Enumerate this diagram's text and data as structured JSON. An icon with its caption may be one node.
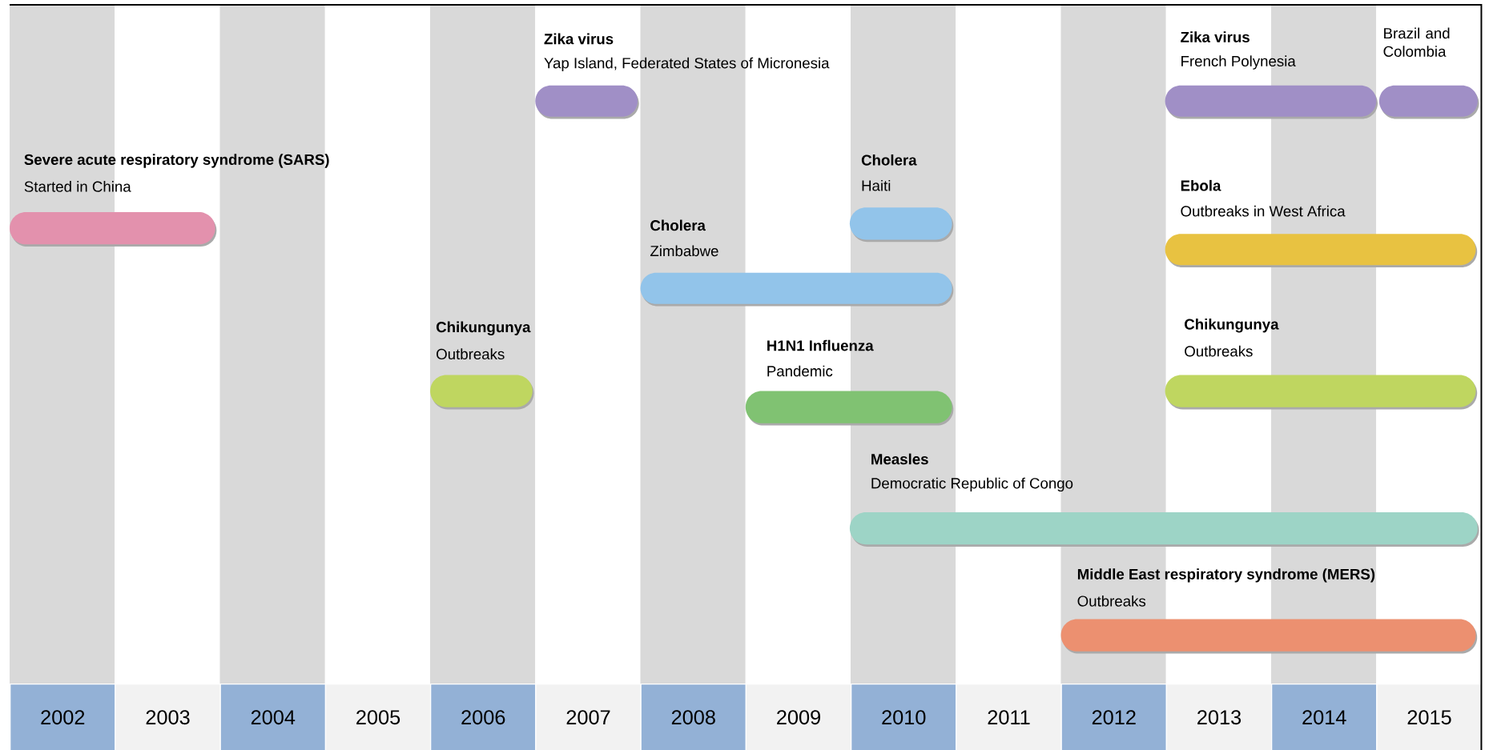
{
  "diagram": {
    "nodes": [
      {
        "text": [
          "Zika virus",
          "Yap Island, Federated States of Micronesia"
        ]
      },
      {
        "text": [
          "Zika virus",
          "French Polynesia"
        ]
      },
      {
        "text": [
          "Brazil and Colombia"
        ]
      },
      {
        "text": [
          "Severe acute respiratory syndrome (SARS)",
          "Started in China"
        ]
      },
      {
        "text": [
          "Cholera",
          "Haiti"
        ]
      },
      {
        "text": [
          "Ebola",
          "Outbreaks in West Africa"
        ]
      },
      {
        "text": [
          "Cholera",
          "Zimbabwe"
        ]
      },
      {
        "text": [
          "Chikungunya",
          "Outbreaks"
        ]
      },
      {
        "text": [
          "Chikungunya",
          "Outbreaks"
        ]
      },
      {
        "text": [
          "H1N1 Influenza",
          "Pandemic"
        ]
      },
      {
        "text": [
          "Measles",
          "Democratic Republic of Congo"
        ]
      },
      {
        "text": [
          "Middle East respiratory syndrome (MERS)",
          "Outbreaks"
        ]
      }
    ],
    "labels": [
      "2002",
      "2003",
      "2004",
      "2005",
      "2006",
      "2007",
      "2008",
      "2009",
      "2010",
      "2011",
      "2012",
      "2013",
      "2014",
      "2015"
    ]
  }
}
